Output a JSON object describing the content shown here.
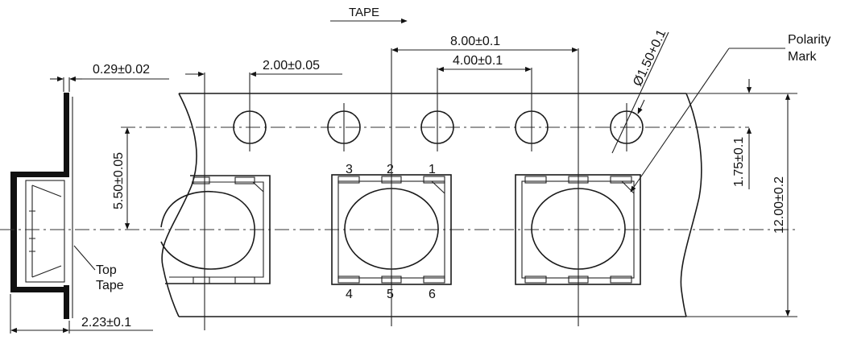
{
  "labels": {
    "tape_direction": "TAPE",
    "tape_thickness": "0.29±0.02",
    "hole_pitch": "2.00±0.05",
    "pocket_pitch": "8.00±0.1",
    "sprocket_pitch": "4.00±0.1",
    "hole_diameter": "Ø1.50+0.1",
    "polarity_mark_line1": "Polarity",
    "polarity_mark_line2": "Mark",
    "edge_to_hole": "1.75±0.1",
    "tape_width": "12.00±0.2",
    "hole_to_center": "5.50±0.05",
    "top_tape_line1": "Top",
    "top_tape_line2": "Tape",
    "carrier_depth": "2.23±0.1",
    "pins": {
      "p1": "1",
      "p2": "2",
      "p3": "3",
      "p4": "4",
      "p5": "5",
      "p6": "6"
    }
  }
}
